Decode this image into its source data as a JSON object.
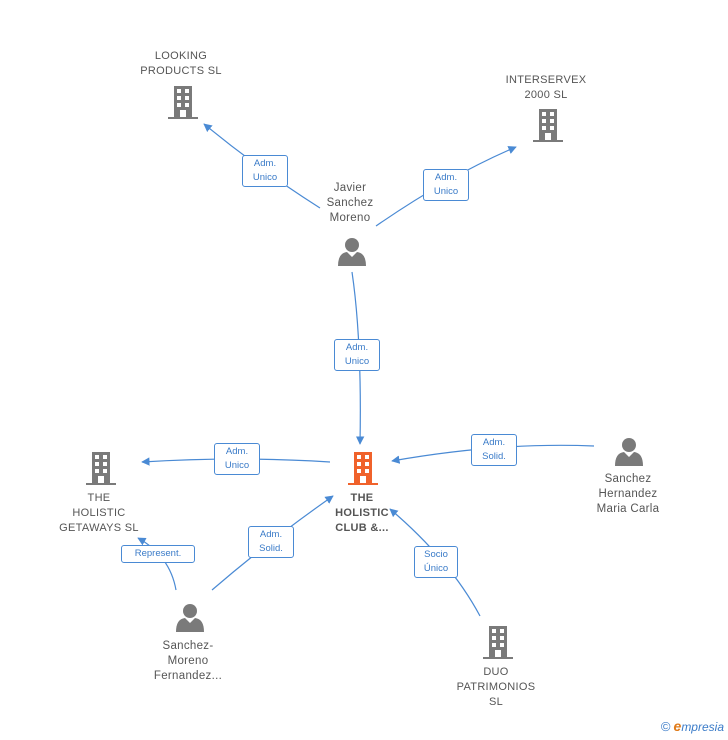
{
  "colors": {
    "edge": "#4a8ad4",
    "building": "#7a7a7a",
    "focus_building": "#f0622b",
    "person": "#7a7a7a",
    "text": "#555555"
  },
  "nodes": {
    "looking_products": {
      "line1": "LOOKING",
      "line2": "PRODUCTS  SL"
    },
    "interservex": {
      "line1": "INTERSERVEX",
      "line2": "2000  SL"
    },
    "javier": {
      "line1": "Javier",
      "line2": "Sanchez",
      "line3": "Moreno"
    },
    "holistic_club": {
      "line1": "THE",
      "line2": "HOLISTIC",
      "line3": "CLUB &..."
    },
    "holistic_getaways": {
      "line1": "THE",
      "line2": "HOLISTIC",
      "line3": "GETAWAYS  SL"
    },
    "sanchez_hernandez": {
      "line1": "Sanchez",
      "line2": "Hernandez",
      "line3": "Maria Carla"
    },
    "sanchez_moreno": {
      "line1": "Sanchez-",
      "line2": "Moreno",
      "line3": "Fernandez..."
    },
    "duo_patrimonios": {
      "line1": "DUO",
      "line2": "PATRIMONIOS",
      "line3": "SL"
    }
  },
  "edges": {
    "javier_looking": {
      "line1": "Adm.",
      "line2": "Unico"
    },
    "javier_interservex": {
      "line1": "Adm.",
      "line2": "Unico"
    },
    "javier_club": {
      "line1": "Adm.",
      "line2": "Unico"
    },
    "club_getaways": {
      "line1": "Adm.",
      "line2": "Unico"
    },
    "hernandez_club": {
      "line1": "Adm.",
      "line2": "Solid."
    },
    "moreno_getaways": {
      "line1": "Represent."
    },
    "moreno_club": {
      "line1": "Adm.",
      "line2": "Solid."
    },
    "duo_club": {
      "line1": "Socio",
      "line2": "Único"
    }
  },
  "brand": {
    "copyright": "©",
    "e": "e",
    "rest": "mpresia"
  }
}
